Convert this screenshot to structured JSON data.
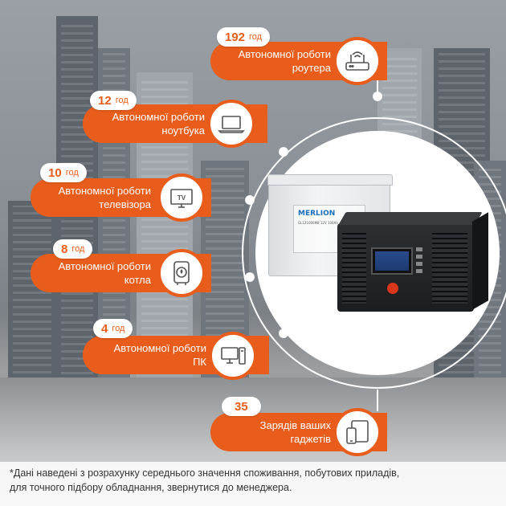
{
  "items": [
    {
      "value": "192",
      "unit": "год",
      "line1": "Автономної роботи",
      "line2": "роутера",
      "icon": "router-icon"
    },
    {
      "value": "12",
      "unit": "год",
      "line1": "Автономної роботи",
      "line2": "ноутбука",
      "icon": "laptop-icon"
    },
    {
      "value": "10",
      "unit": "год",
      "line1": "Автономної роботи",
      "line2": "телевізора",
      "icon": "tv-icon"
    },
    {
      "value": "8",
      "unit": "год",
      "line1": "Автономної роботи",
      "line2": "котла",
      "icon": "boiler-icon"
    },
    {
      "value": "4",
      "unit": "год",
      "line1": "Автономної роботи",
      "line2": "ПК",
      "icon": "pc-icon"
    },
    {
      "value": "35",
      "unit": "",
      "line1": "Зарядів ваших",
      "line2": "гаджетів",
      "icon": "gadgets-icon"
    }
  ],
  "tv_icon_text": "TV",
  "battery_brand": "MERLION",
  "battery_model": "GL121000M8 12V 100Ah",
  "note": {
    "line1": "*Дані наведені з розрахунку середнього значення споживання, побутових приладів,",
    "line2": "для точного підбору обладнання, звернутися до менеджера."
  },
  "colors": {
    "accent": "#e85d1b",
    "white": "#ffffff"
  }
}
